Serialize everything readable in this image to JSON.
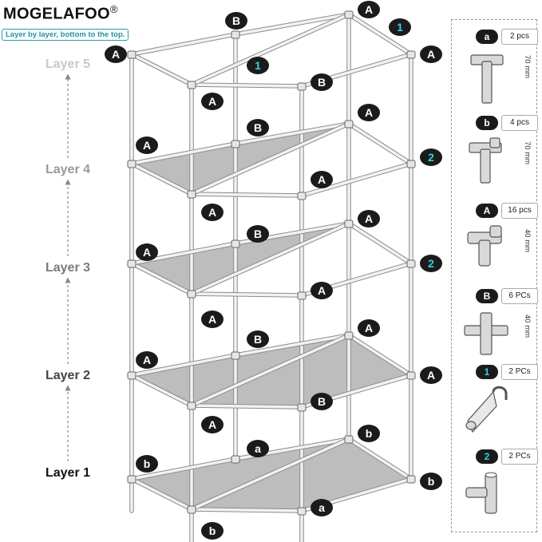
{
  "brand": {
    "name": "MOGELAFOO",
    "mark": "®"
  },
  "tagline": "Layer by layer, bottom to the top.",
  "layers": [
    {
      "label": "Layer 5",
      "color": "#c9c9c9"
    },
    {
      "label": "Layer 4",
      "color": "#9a9a9a"
    },
    {
      "label": "Layer 3",
      "color": "#7a7a7a"
    },
    {
      "label": "Layer 2",
      "color": "#444444"
    },
    {
      "label": "Layer 1",
      "color": "#111111"
    }
  ],
  "badges": [
    {
      "text": "A",
      "kind": "dark"
    },
    {
      "text": "B",
      "kind": "dark"
    },
    {
      "text": "A",
      "kind": "dark"
    },
    {
      "text": "1",
      "kind": "cyan"
    },
    {
      "text": "A",
      "kind": "dark"
    },
    {
      "text": "1",
      "kind": "cyan"
    },
    {
      "text": "B",
      "kind": "dark"
    },
    {
      "text": "A",
      "kind": "dark"
    },
    {
      "text": "A",
      "kind": "dark"
    },
    {
      "text": "B",
      "kind": "dark"
    },
    {
      "text": "A",
      "kind": "dark"
    },
    {
      "text": "2",
      "kind": "cyan"
    },
    {
      "text": "A",
      "kind": "dark"
    },
    {
      "text": "A",
      "kind": "dark"
    },
    {
      "text": "A",
      "kind": "dark"
    },
    {
      "text": "B",
      "kind": "dark"
    },
    {
      "text": "A",
      "kind": "dark"
    },
    {
      "text": "2",
      "kind": "cyan"
    },
    {
      "text": "A",
      "kind": "dark"
    },
    {
      "text": "A",
      "kind": "dark"
    },
    {
      "text": "A",
      "kind": "dark"
    },
    {
      "text": "B",
      "kind": "dark"
    },
    {
      "text": "A",
      "kind": "dark"
    },
    {
      "text": "A",
      "kind": "dark"
    },
    {
      "text": "B",
      "kind": "dark"
    },
    {
      "text": "A",
      "kind": "dark"
    },
    {
      "text": "b",
      "kind": "dark"
    },
    {
      "text": "a",
      "kind": "dark"
    },
    {
      "text": "b",
      "kind": "dark"
    },
    {
      "text": "b",
      "kind": "dark"
    },
    {
      "text": "a",
      "kind": "dark"
    },
    {
      "text": "b",
      "kind": "dark"
    }
  ],
  "legend": [
    {
      "badge": "a",
      "qty": "2 pcs",
      "dim": "70 mm",
      "part": "t-connector-icon",
      "cyan": false
    },
    {
      "badge": "b",
      "qty": "4 pcs",
      "dim": "70 mm",
      "part": "corner-t-connector-icon",
      "cyan": false
    },
    {
      "badge": "A",
      "qty": "16 pcs",
      "dim": "40 mm",
      "part": "corner-connector-icon",
      "cyan": false
    },
    {
      "badge": "B",
      "qty": "6 PCs",
      "dim": "40 mm",
      "part": "cross-connector-icon",
      "cyan": false
    },
    {
      "badge": "1",
      "qty": "2 PCs",
      "dim": "",
      "part": "hanger-hook-icon",
      "cyan": true
    },
    {
      "badge": "2",
      "qty": "2 PCs",
      "dim": "",
      "part": "tee-pipe-icon",
      "cyan": true
    }
  ],
  "colors": {
    "badge": "#1b1b1b",
    "cyan": "#35d0e0",
    "panel": "#bdbdbd",
    "pole": "#f2f2f2",
    "pole_edge": "#8c8c8c"
  }
}
